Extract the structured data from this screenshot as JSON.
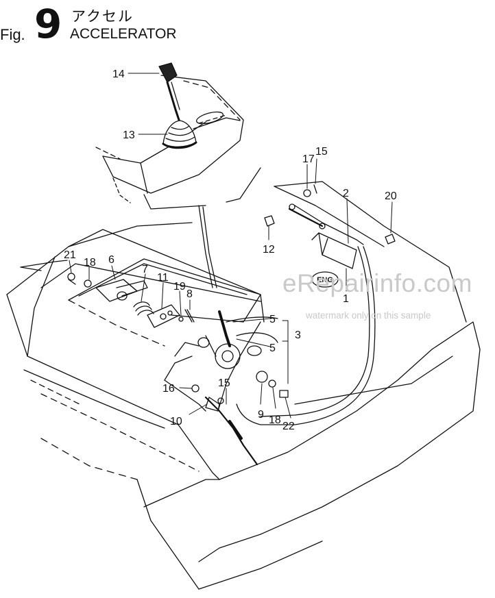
{
  "header": {
    "fig_label": "Fig.",
    "fig_number": "9",
    "title_jp": "アクセル",
    "title_en": "ACCELERATOR"
  },
  "tags": {
    "eng": "ENG"
  },
  "callouts": {
    "c1": "1",
    "c2": "2",
    "c3": "3",
    "c5a": "5",
    "c5b": "5",
    "c6": "6",
    "c7": "7",
    "c8": "8",
    "c9": "9",
    "c10": "10",
    "c11": "11",
    "c12": "12",
    "c13": "13",
    "c14": "14",
    "c15a": "15",
    "c15b": "15",
    "c16": "16",
    "c17": "17",
    "c18a": "18",
    "c18b": "18",
    "c19": "19",
    "c20": "20",
    "c21": "21",
    "c22": "22"
  },
  "watermark": {
    "site": "eRepairinfo.com",
    "note": "watermark only on this sample"
  }
}
